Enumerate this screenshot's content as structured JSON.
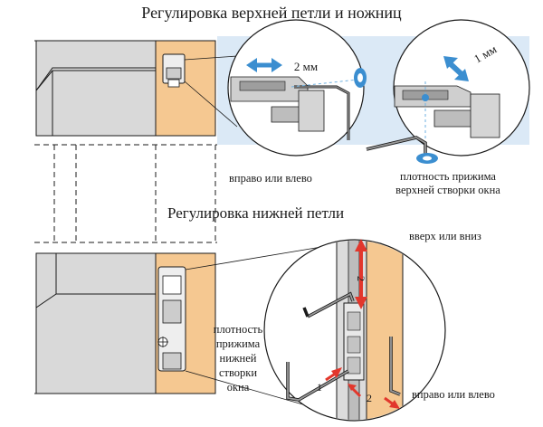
{
  "titles": {
    "top": "Регулировка верхней петли и ножниц",
    "middle": "Регулировка нижней петли"
  },
  "labels": {
    "left_right_top": "вправо или влево",
    "clamp_top": [
      "плотность прижима",
      "верхней створки окна"
    ],
    "up_down": "вверх или вниз",
    "clamp_bottom": [
      "плотность",
      "прижима",
      "нижней",
      "створки",
      "окна"
    ],
    "left_right_bottom": "вправо или влево"
  },
  "dimensions": {
    "top_left": "2 мм",
    "top_right": "1 мм",
    "vertical": "2",
    "arrow_1": "1",
    "arrow_2": "2"
  },
  "colors": {
    "wood": "#f5c891",
    "wall": "#d9d9d9",
    "callout": "#dbe9f6",
    "arrow_blue": "#3b8ed0",
    "arrow_red": "#e2372c",
    "line": "#1a1a1a"
  }
}
